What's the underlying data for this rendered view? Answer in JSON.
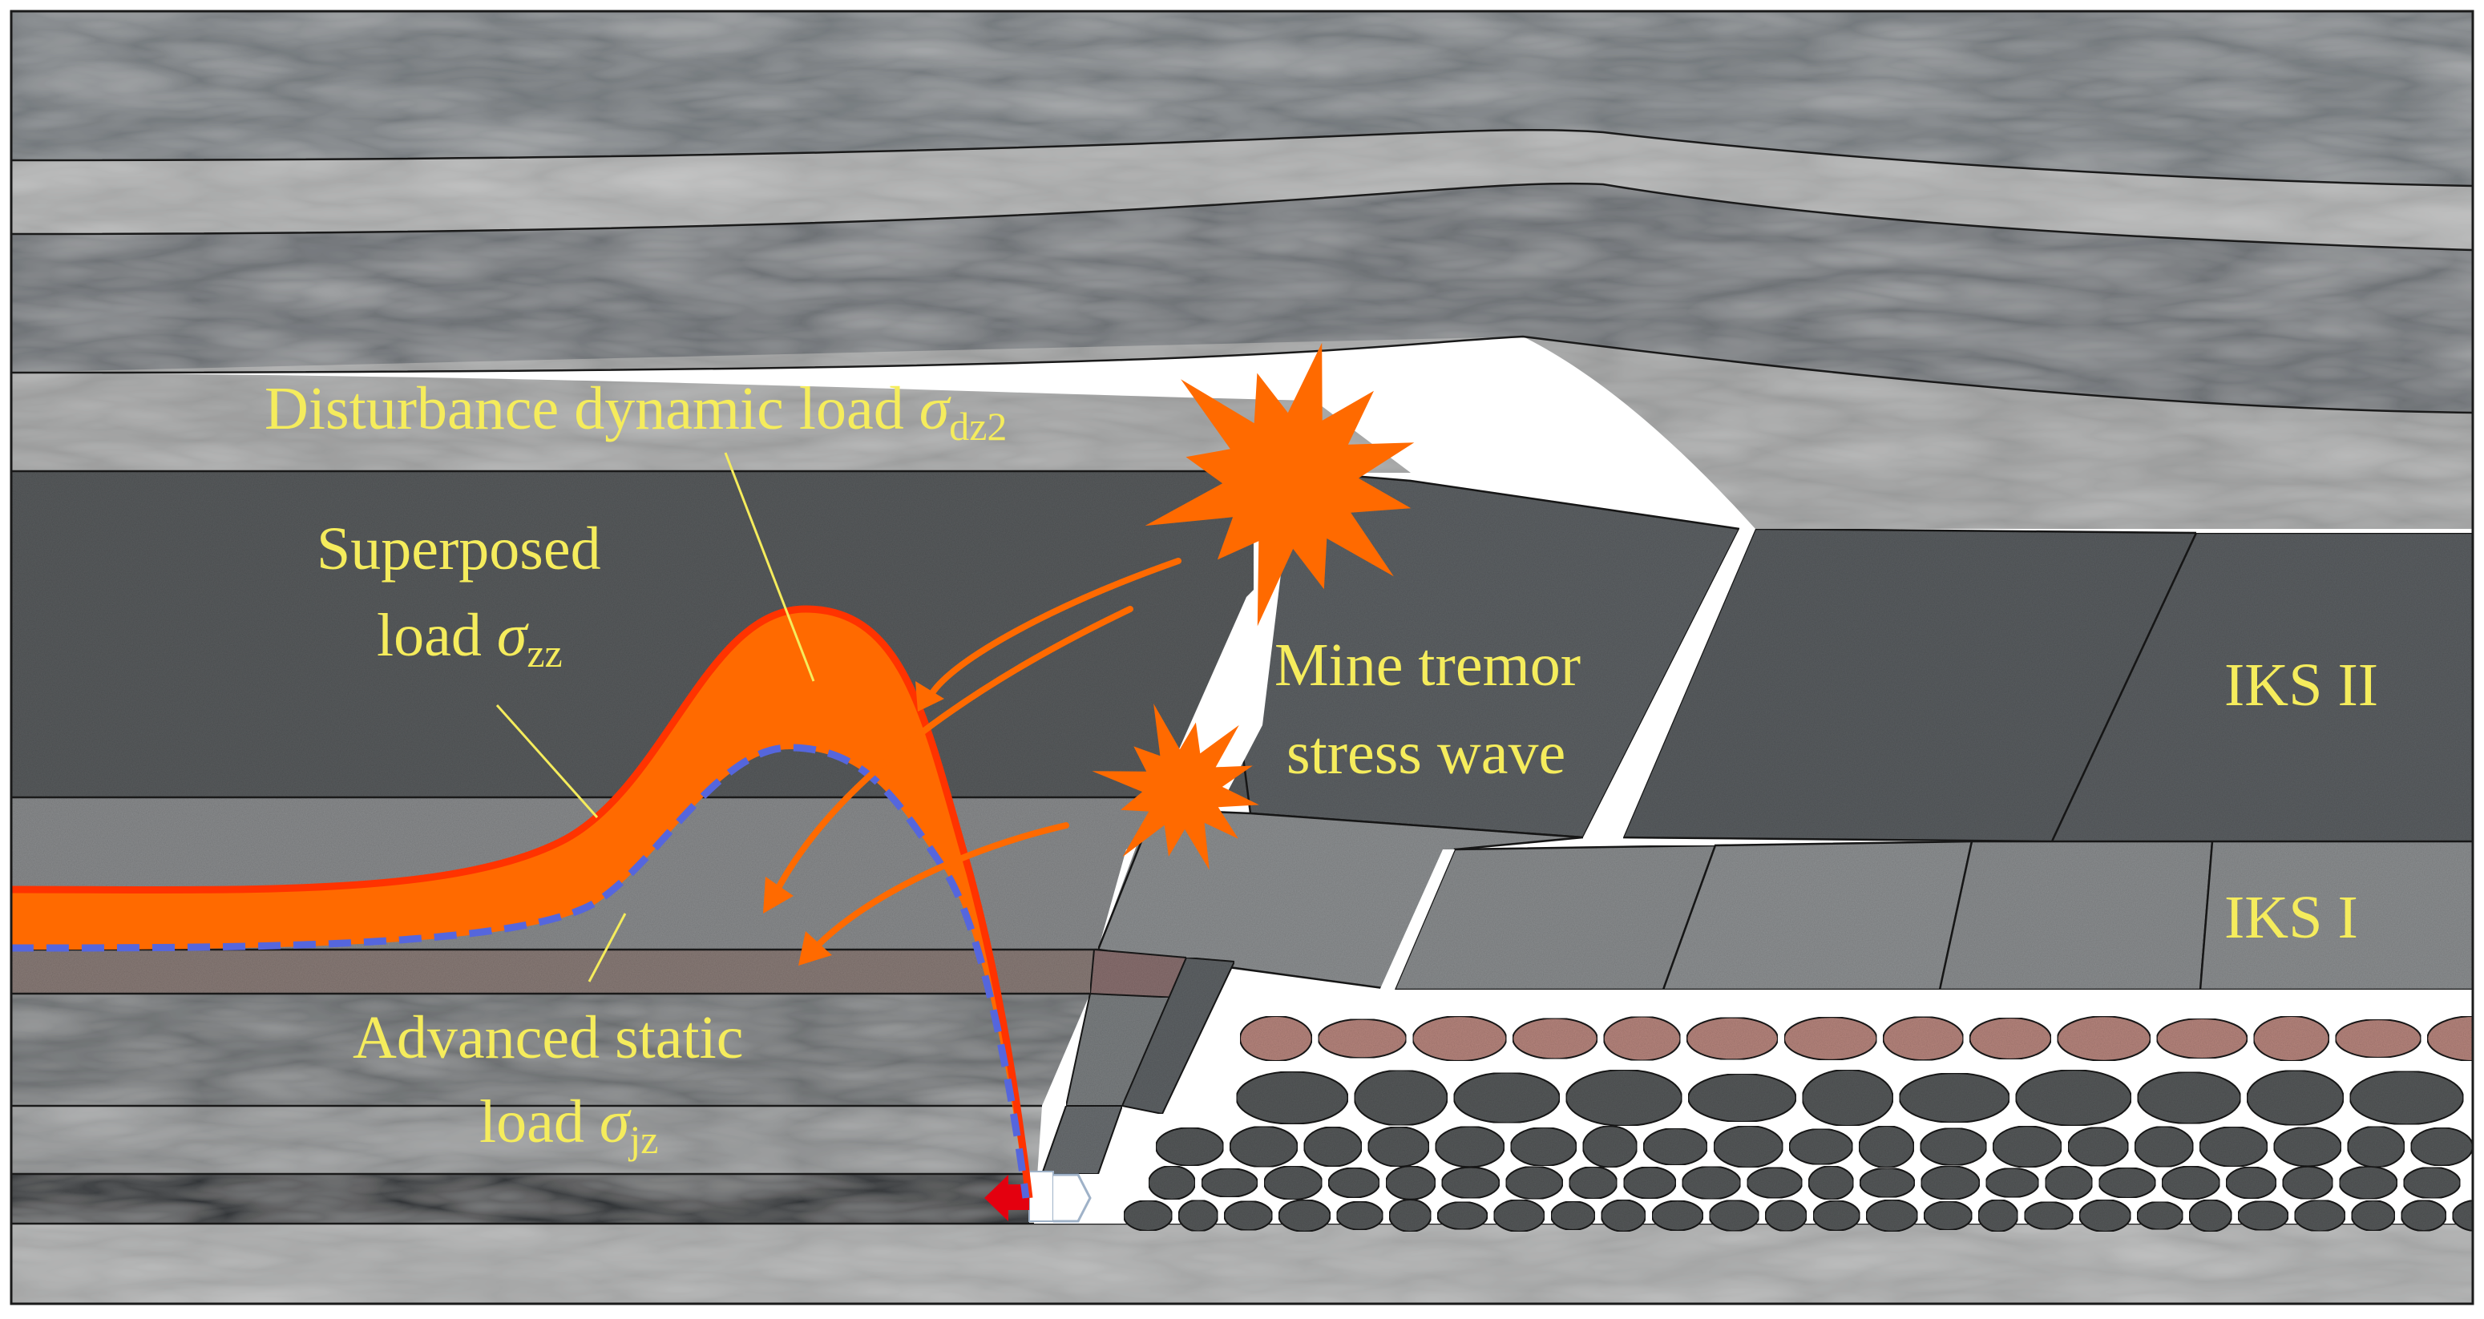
{
  "labels": {
    "dynamic_load": {
      "text": "Disturbance dynamic load ",
      "symbol": "σ",
      "sub": "dz2"
    },
    "superposed_line1": "Superposed",
    "superposed_line2": {
      "text": "load ",
      "symbol": "σ",
      "sub": "zz"
    },
    "tremor_line1": "Mine tremor",
    "tremor_line2": "stress wave",
    "static_line1": "Advanced static",
    "static_line2": {
      "text": "load ",
      "symbol": "σ",
      "sub": "jz"
    },
    "iks2": "IKS II",
    "iks1": "IKS I"
  },
  "colors": {
    "label_yellow": "#f5ec5c",
    "stress_orange": "#ff6a00",
    "stress_red": "#ff3300",
    "static_dash_blue": "#5566dd",
    "rock_dark": "#56595a",
    "rock_mid": "#7d8184",
    "rock_light": "#a2a3a3",
    "brown_seam": "#8a7c78",
    "gangue_pink": "#b8867e"
  }
}
